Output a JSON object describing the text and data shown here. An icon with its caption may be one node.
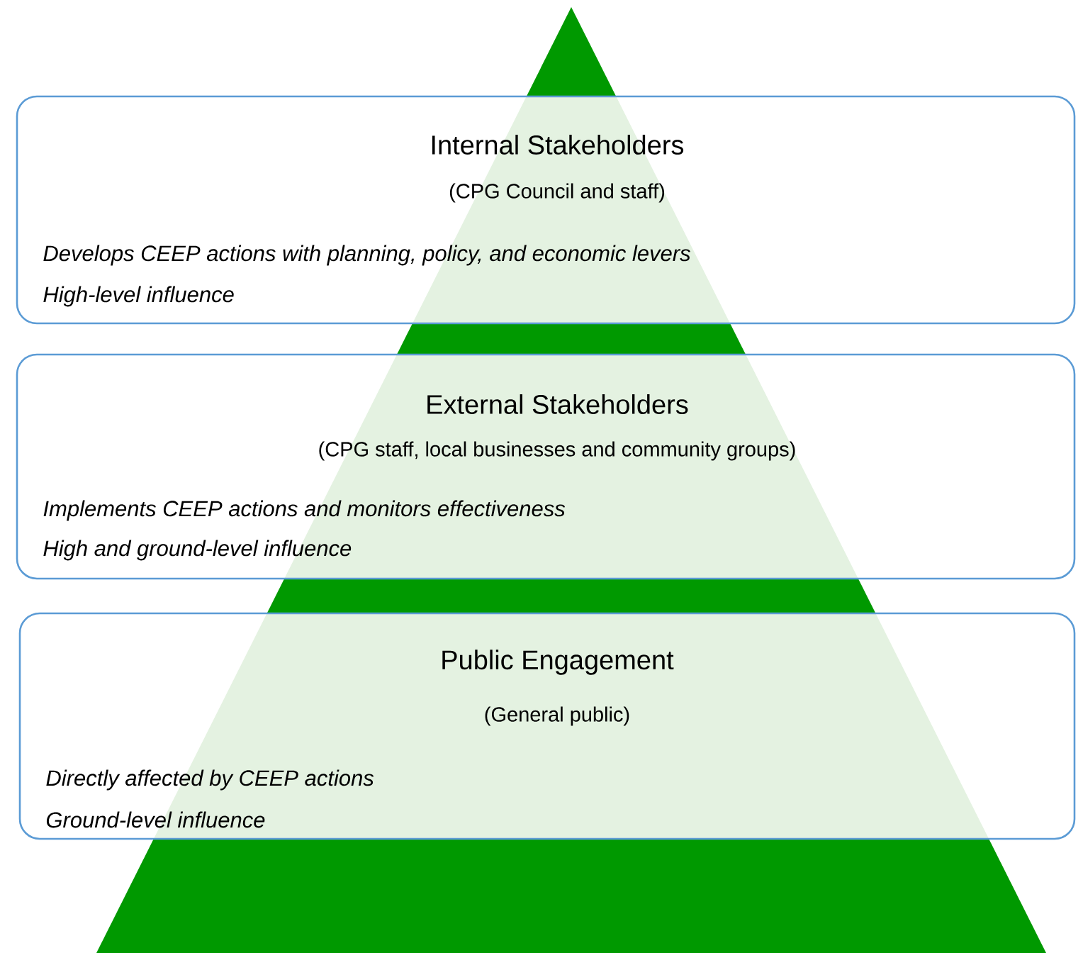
{
  "diagram": {
    "nodes": [
      {
        "text": [
          "Internal Stakeholders",
          "(CPG Council and staff)",
          "Develops CEEP actions with planning, policy, and economic levers",
          "High-level influence"
        ]
      },
      {
        "text": [
          "External Stakeholders",
          "(CPG staff, local businesses and community groups)",
          "Implements CEEP actions and monitors effectiveness",
          "High and ground-level influence"
        ]
      },
      {
        "text": [
          "Public Engagement",
          "(General public)",
          "Directly affected by CEEP actions",
          "Ground-level influence"
        ]
      }
    ]
  }
}
